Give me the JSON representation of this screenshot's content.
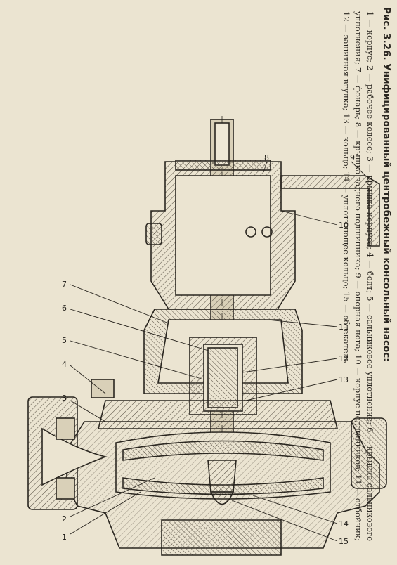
{
  "caption": {
    "title": "Рис. 3.26. Унифицированный центробежный консольный насос:",
    "legend": "1 — корпус; 2 — рабочее колесо; 3 — крышка корпуса; 4 — болт; 5 — сальниковое уплотнение; 6 — крышка сальникового уплотнения; 7 — фонарь; 8 — крышка заднего подшипника; 9 — опорная нога; 10 — корпус подшипников; 11 — отбойник; 12 — защитная втулка; 13 — кольцо; 14 — уплотняющее кольцо; 15 — обтекатель"
  },
  "callouts": [
    "1",
    "2",
    "3",
    "4",
    "5",
    "6",
    "7",
    "8",
    "9",
    "10",
    "11",
    "12",
    "13",
    "14",
    "15"
  ],
  "colors": {
    "paper": "#ebe4d1",
    "ink": "#2a2620",
    "hatch": "#5a5246"
  }
}
